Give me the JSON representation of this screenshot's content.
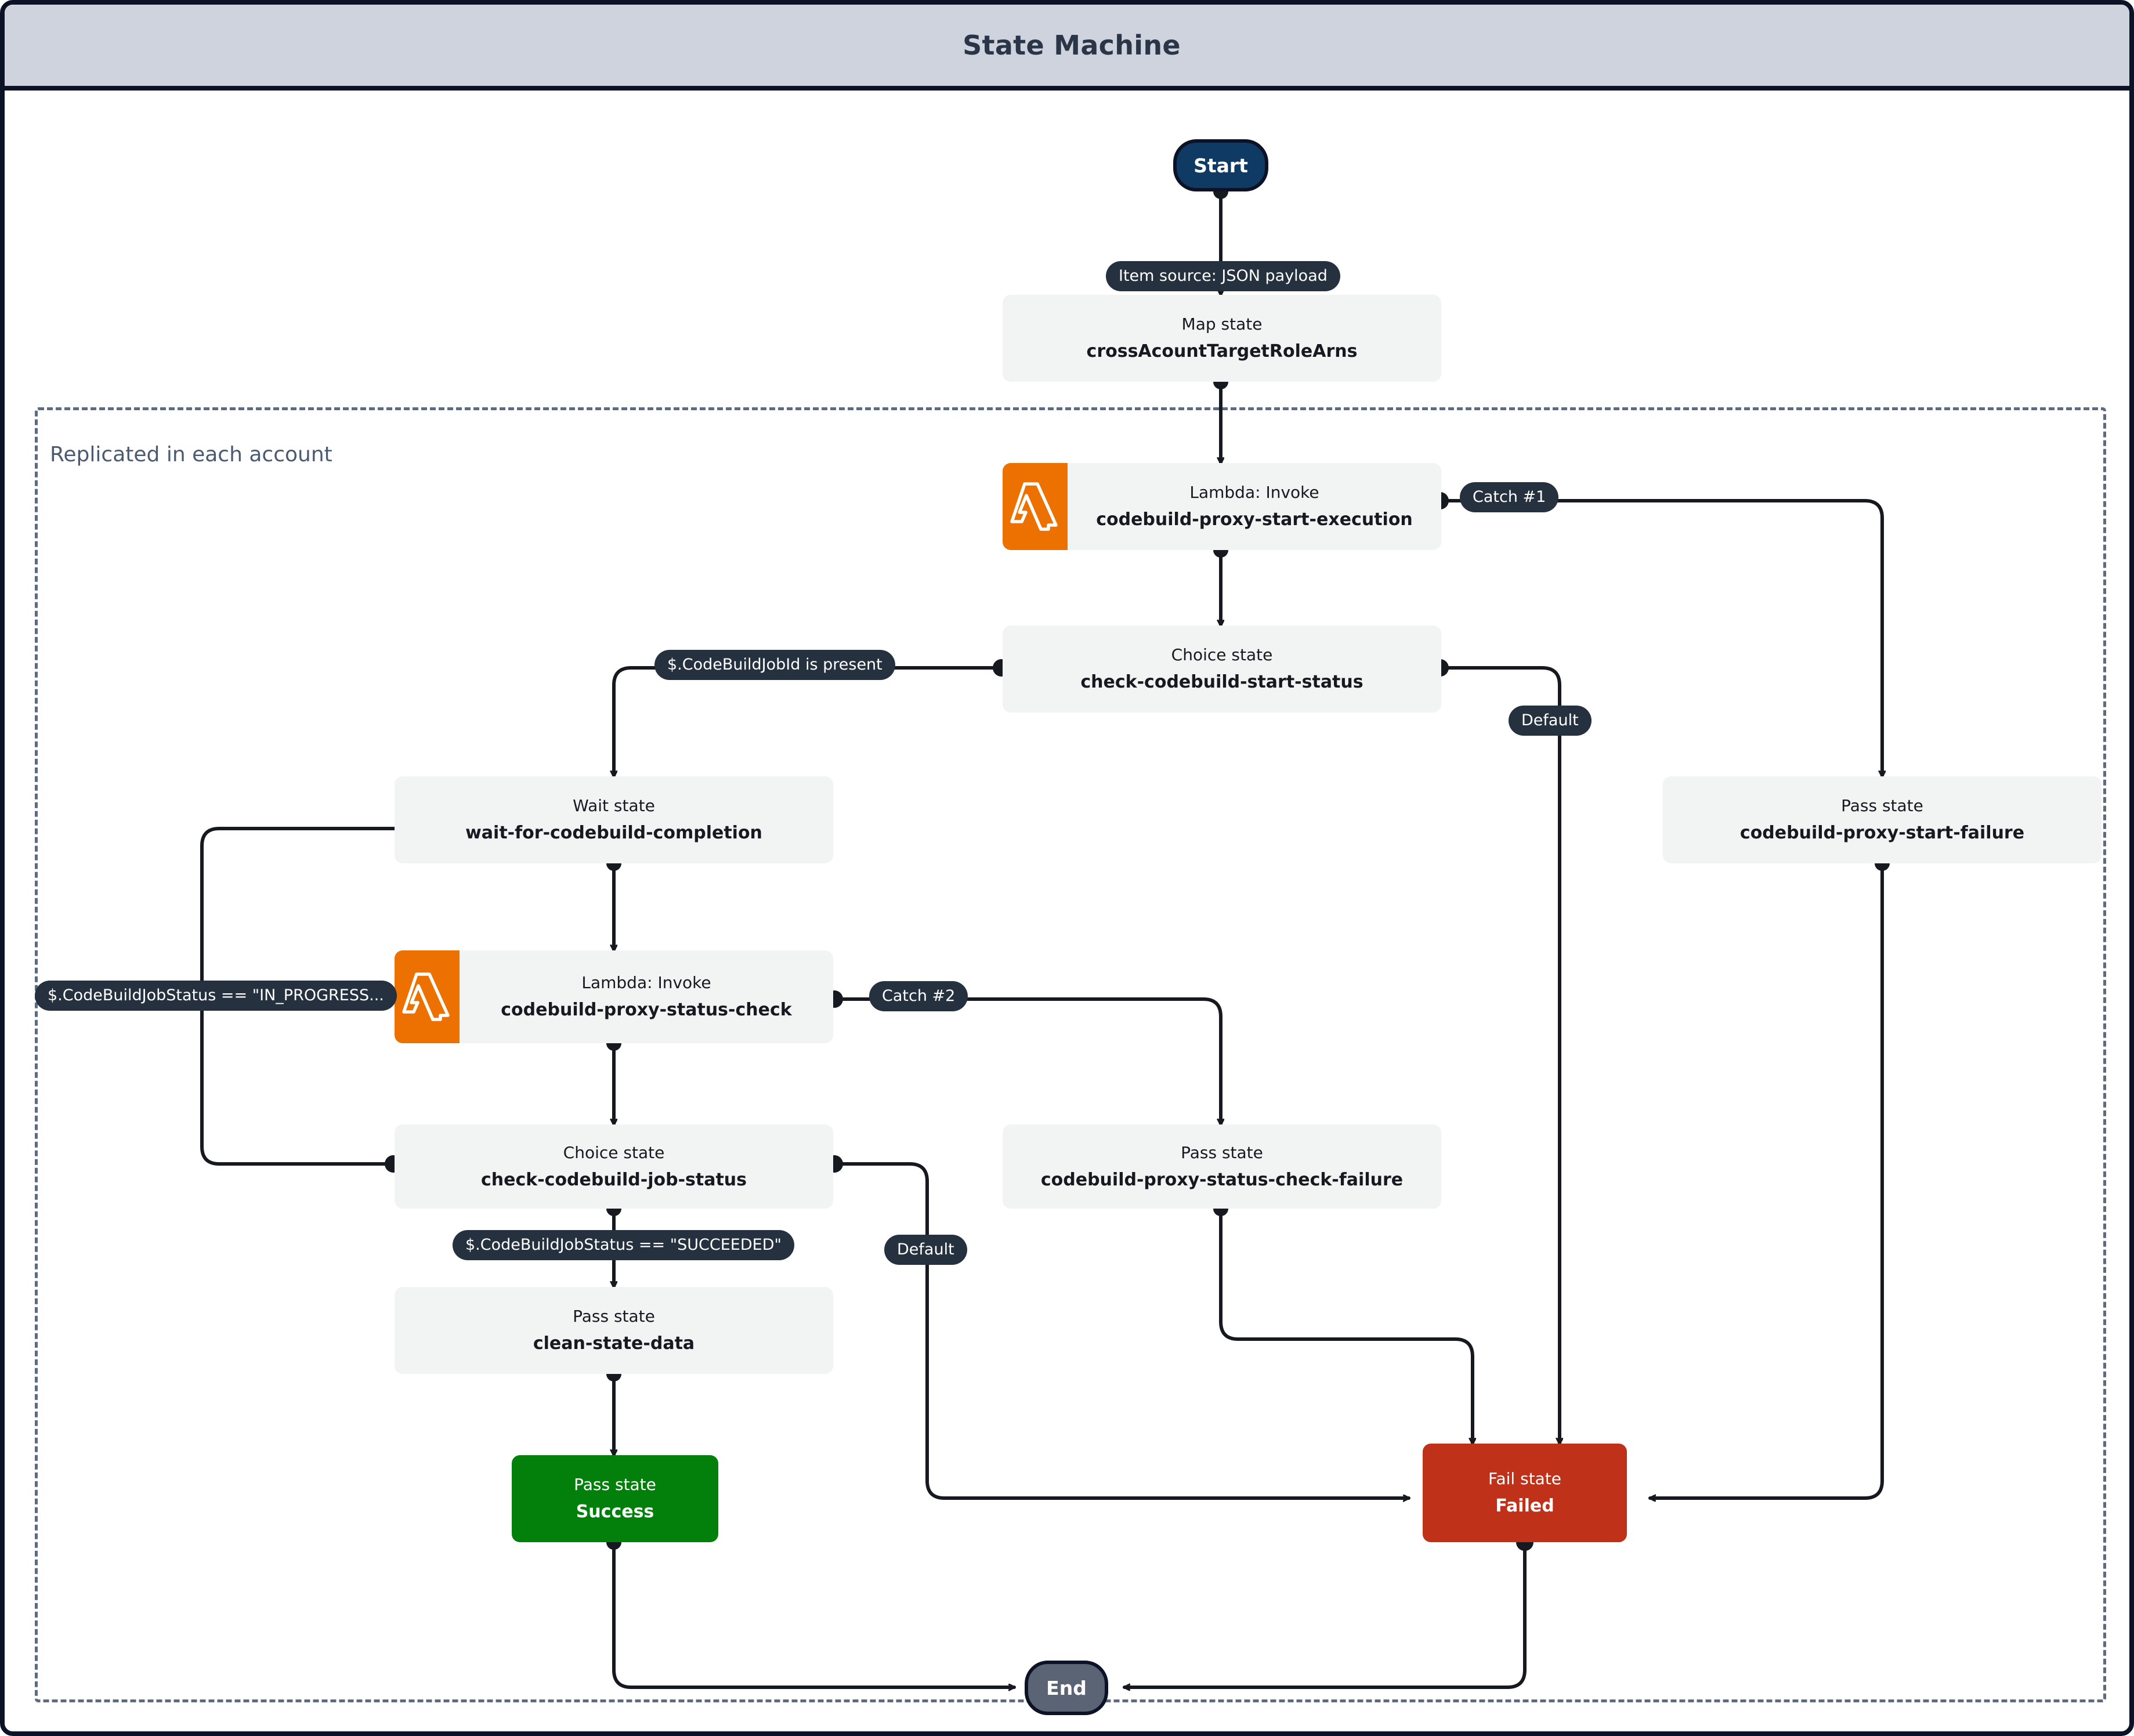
{
  "header": {
    "title": "State Machine"
  },
  "group": {
    "label": "Replicated in each account"
  },
  "terminals": {
    "start": "Start",
    "end": "End"
  },
  "nodes": [
    {
      "id": "map-crossaccount",
      "type": "Map state",
      "name": "crossAcountTargetRoleArns",
      "style": "std",
      "icon": "none"
    },
    {
      "id": "lambda-start-exec",
      "type": "Lambda: Invoke",
      "name": "codebuild-proxy-start-execution",
      "style": "std",
      "icon": "aws-lambda-icon"
    },
    {
      "id": "choice-start-status",
      "type": "Choice state",
      "name": "check-codebuild-start-status",
      "style": "std",
      "icon": "none"
    },
    {
      "id": "pass-start-failure",
      "type": "Pass state",
      "name": "codebuild-proxy-start-failure",
      "style": "std",
      "icon": "none"
    },
    {
      "id": "wait-completion",
      "type": "Wait state",
      "name": "wait-for-codebuild-completion",
      "style": "std",
      "icon": "none"
    },
    {
      "id": "lambda-status-check",
      "type": "Lambda: Invoke",
      "name": "codebuild-proxy-status-check",
      "style": "std",
      "icon": "aws-lambda-icon"
    },
    {
      "id": "choice-job-status",
      "type": "Choice state",
      "name": "check-codebuild-job-status",
      "style": "std",
      "icon": "none"
    },
    {
      "id": "pass-status-failure",
      "type": "Pass state",
      "name": "codebuild-proxy-status-check-failure",
      "style": "std",
      "icon": "none"
    },
    {
      "id": "pass-clean-state",
      "type": "Pass state",
      "name": "clean-state-data",
      "style": "std",
      "icon": "none"
    },
    {
      "id": "pass-success",
      "type": "Pass state",
      "name": "Success",
      "style": "succ",
      "icon": "none"
    },
    {
      "id": "fail-failed",
      "type": "Fail state",
      "name": "Failed",
      "style": "failed",
      "icon": "none"
    }
  ],
  "edge_labels": [
    {
      "id": "lbl-item-source",
      "text": "Item source: JSON payload"
    },
    {
      "id": "lbl-catch-1",
      "text": "Catch #1"
    },
    {
      "id": "lbl-jobid-present",
      "text": "$.CodeBuildJobId is present"
    },
    {
      "id": "lbl-default-start",
      "text": "Default"
    },
    {
      "id": "lbl-in-progress",
      "text": "$.CodeBuildJobStatus == \"IN_PROGRESS..."
    },
    {
      "id": "lbl-catch-2",
      "text": "Catch #2"
    },
    {
      "id": "lbl-succeeded",
      "text": "$.CodeBuildJobStatus == \"SUCCEEDED\""
    },
    {
      "id": "lbl-default-job",
      "text": "Default"
    }
  ],
  "colors": {
    "header_bg": "#ced3dd",
    "frame_border": "#0d1326",
    "node_bg": "#f2f3f3",
    "lambda_orange": "#ed7100",
    "success_green": "#037f0c",
    "fail_red": "#c0311a",
    "start_navy": "#0e3a63",
    "end_gray": "#5a6475",
    "label_pill": "#25313f",
    "group_dash": "#5c6b82",
    "edge_stroke": "#16191f"
  }
}
